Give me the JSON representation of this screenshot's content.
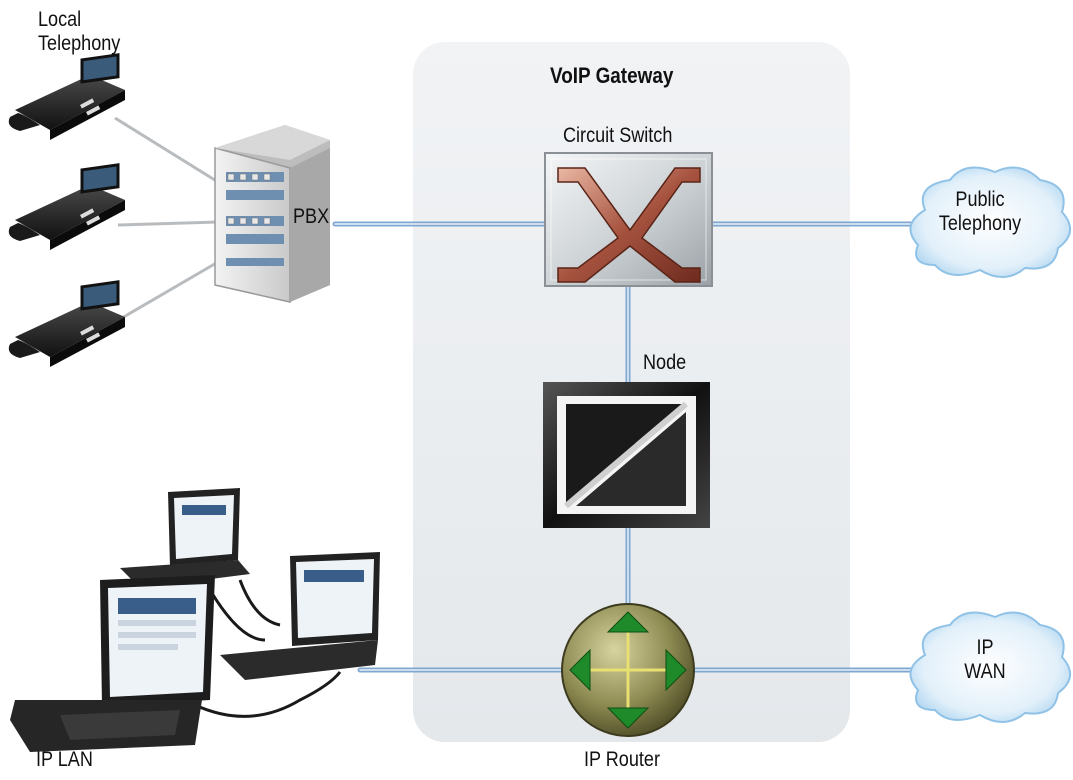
{
  "gateway": {
    "title": "VoIP Gateway"
  },
  "nodes": {
    "local_telephony": {
      "line1": "Local",
      "line2": "Telephony"
    },
    "pbx": {
      "label": "PBX"
    },
    "circuit_switch": {
      "label": "Circuit Switch"
    },
    "node": {
      "label": "Node"
    },
    "public_telephony": {
      "line1": "Public",
      "line2": "Telephony"
    },
    "ip_wan": {
      "line1": "IP",
      "line2": "WAN"
    },
    "ip_router": {
      "label": "IP Router"
    },
    "ip_lan": {
      "label": "IP LAN"
    }
  },
  "colors": {
    "gateway_panel": "#ebeef0",
    "link": "#7fa7cf",
    "link_core": "#dbe8f5",
    "switch_x": "#b06a56",
    "router_body": "#8d8a52",
    "router_arrow": "#1e8a2a",
    "cloud": "#cfe6f6"
  }
}
